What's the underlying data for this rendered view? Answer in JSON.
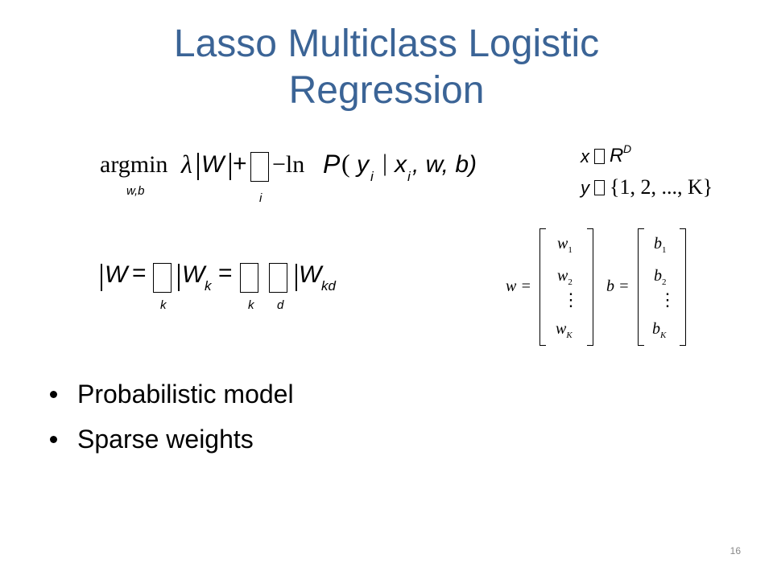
{
  "slide": {
    "title_line1": "Lasso Multiclass Logistic",
    "title_line2": "Regression",
    "page_number": "16"
  },
  "formula_objective": {
    "argmin": "argmin",
    "argmin_sub": "w,b",
    "lambda": "λ",
    "W": "W",
    "plus": "+",
    "minus_ln": "−ln",
    "P": "P",
    "open": "(",
    "y": "y",
    "y_sub": "i",
    "given": "|",
    "x": "x",
    "x_sub": "i",
    "rest": ", w, b)",
    "sum_sub": "i"
  },
  "formula_domain": {
    "x_line": "x",
    "R": "R",
    "R_sup": "D",
    "y_line": "y",
    "set": "{1, 2, ..., K}"
  },
  "formula_norm": {
    "W": "W",
    "eq1": "=",
    "Wk": "W",
    "Wk_sub": "k",
    "eq2": "=",
    "Wkd": "W",
    "Wkd_sub": "kd",
    "sub_k1": "k",
    "sub_k2": "k",
    "sub_d": "d"
  },
  "vectors": {
    "w_label": "w =",
    "w1": "w",
    "w1_sub": "1",
    "w2": "w",
    "w2_sub": "2",
    "wdots": "⋮",
    "wK": "w",
    "wK_sub": "K",
    "b_label": "b =",
    "b1": "b",
    "b1_sub": "1",
    "b2": "b",
    "b2_sub": "2",
    "bdots": "⋮",
    "bK": "b",
    "bK_sub": "K"
  },
  "bullets": [
    "Probabilistic model",
    "Sparse weights"
  ]
}
